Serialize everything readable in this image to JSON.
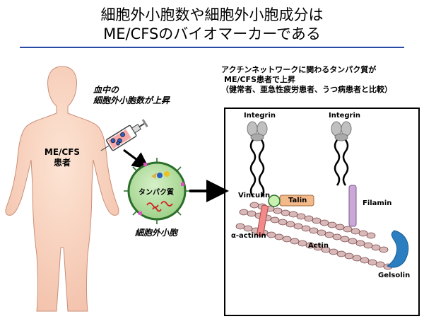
{
  "title": {
    "line1": "細胞外小胞数や細胞外小胞成分は",
    "line2": "ME/CFSのバイオマーカーである"
  },
  "patient": {
    "label_line1": "ME/CFS",
    "label_line2": "患者"
  },
  "blood_note": {
    "line1": "血中の",
    "line2": "細胞外小胞数が上昇"
  },
  "vesicle": {
    "protein_label": "タンパク質",
    "caption": "細胞外小胞"
  },
  "panel": {
    "heading_line1": "アクチンネットワークに関わるタンパク質が",
    "heading_line2": "ME/CFS患者で上昇",
    "heading_line3": "（健常者、亜急性疲労患者、うつ病患者と比較）",
    "proteins": {
      "integrin_left": "Integrin",
      "integrin_right": "Integrin",
      "vinculin": "Vinculin",
      "talin": "Talin",
      "filamin": "Filamin",
      "alpha_actinin": "α-actinin",
      "actin": "Actin",
      "gelsolin": "Gelsolin"
    }
  },
  "colors": {
    "rule": "#2a4aa8",
    "vesicle_fill": "#b9e0a8",
    "vesicle_border": "#2b6f2b",
    "talin": "#f3b98a",
    "filamin": "#c9a8d8",
    "alpha_actinin": "#f28a8a",
    "gelsolin": "#2b7fc0",
    "vinculin": "#c8f0b0",
    "integrin": "#c0c0c0"
  }
}
